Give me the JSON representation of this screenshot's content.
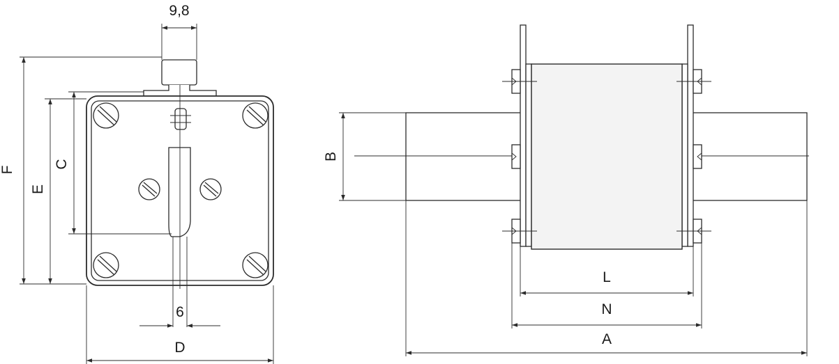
{
  "front_view": {
    "dims": {
      "width_9_8": "9,8",
      "slot_6": "6",
      "D": "D",
      "C": "C",
      "E": "E",
      "F": "F"
    }
  },
  "side_view": {
    "dims": {
      "B": "B",
      "L": "L",
      "N": "N",
      "A": "A"
    }
  }
}
